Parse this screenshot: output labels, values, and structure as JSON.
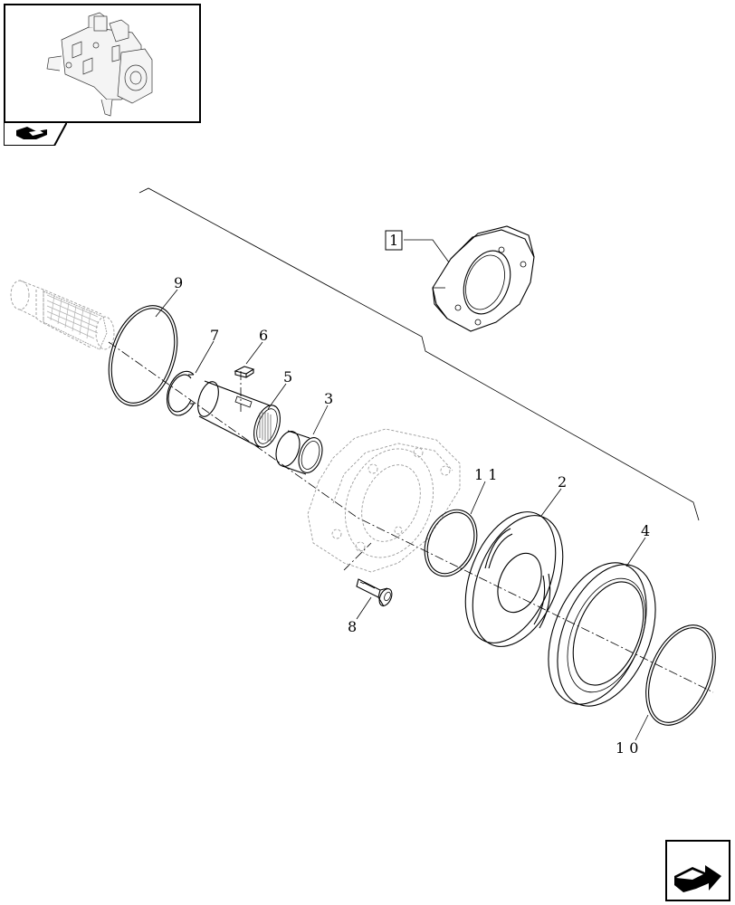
{
  "thumbnail": {
    "icon": "hydraulic-pump-assembly-thumbnail"
  },
  "tab_icon": "assembly-reference-icon",
  "callouts": {
    "item1": "1",
    "item2": "2",
    "item3": "3",
    "item4": "4",
    "item5": "5",
    "item6": "6",
    "item7": "7",
    "item8": "8",
    "item9": "9",
    "item10": "1 0",
    "item11": "1 1"
  },
  "nav_button": {
    "icon": "next-page-arrow-icon"
  }
}
